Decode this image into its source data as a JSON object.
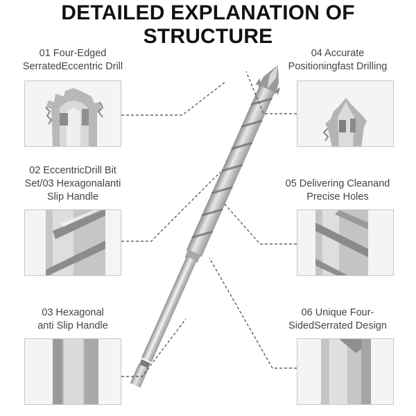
{
  "title": "DETAILED EXPLANATION OF STRUCTURE",
  "features": [
    {
      "label": "01 Four-Edged\nSerratedEccentric Drill"
    },
    {
      "label": "02 EccentricDrill Bit\nSet/03 Hexagonalanti\nSlip Handle"
    },
    {
      "label": "03 Hexagonal\nanti Slip Handle"
    },
    {
      "label": "04 Accurate\nPositioningfast Drilling"
    },
    {
      "label": "05 Delivering Cleanand\nPrecise Holes"
    },
    {
      "label": "06 Unique Four-\nSidedSerrated Design"
    }
  ],
  "colors": {
    "metal_light": "#e4e4e4",
    "metal_mid": "#b4b4b4",
    "metal_dark": "#7a7a7a",
    "leader": "#444444"
  }
}
